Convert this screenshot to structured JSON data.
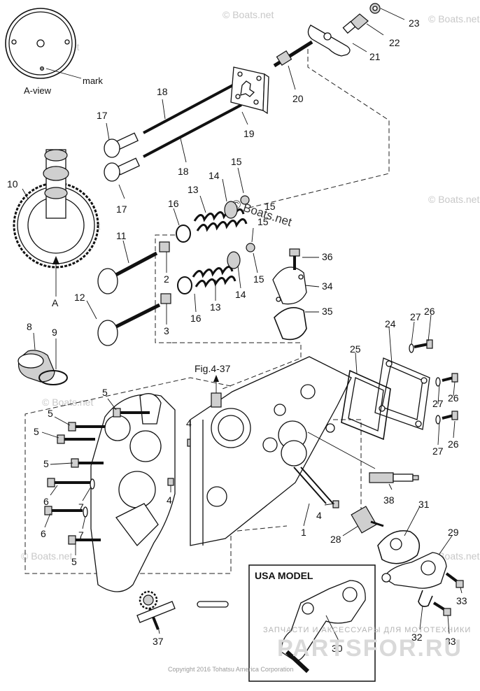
{
  "diagram": {
    "view_caption": "A-view",
    "mark_label": "mark",
    "section_arrow_label": "A",
    "figure_ref": "Fig.4-37",
    "usa_model_label": "USA MODEL",
    "watermark_site": "© Boats.net",
    "watermark_ru_top": "ЗАПЧАСТИ И АКСЕССУАРЫ ДЛЯ МОТОТЕХНИКИ",
    "watermark_ru_main": "PARTSFOR.RU",
    "copyright": "Copyright 2016 Tohatsu America Corporation",
    "callouts": {
      "n1": "1",
      "n2": "2",
      "n3": "3",
      "n4a": "4",
      "n4b": "4",
      "n4c": "4",
      "n5a": "5",
      "n5b": "5",
      "n5c": "5",
      "n5d": "5",
      "n5e": "5",
      "n6a": "6",
      "n6b": "6",
      "n7a": "7",
      "n7b": "7",
      "n8": "8",
      "n9": "9",
      "n10": "10",
      "n11": "11",
      "n12": "12",
      "n13a": "13",
      "n13b": "13",
      "n14a": "14",
      "n14b": "14",
      "n15a": "15",
      "n15b": "15",
      "n15c": "15",
      "n15d": "15",
      "n16a": "16",
      "n16b": "16",
      "n17a": "17",
      "n17b": "17",
      "n18a": "18",
      "n18b": "18",
      "n19": "19",
      "n20": "20",
      "n21": "21",
      "n22": "22",
      "n23": "23",
      "n24": "24",
      "n25": "25",
      "n26a": "26",
      "n26b": "26",
      "n26c": "26",
      "n27a": "27",
      "n27b": "27",
      "n27c": "27",
      "n28": "28",
      "n29": "29",
      "n30": "30",
      "n31": "31",
      "n32": "32",
      "n33a": "33",
      "n33b": "33",
      "n34": "34",
      "n35": "35",
      "n36": "36",
      "n37": "37",
      "n38": "38"
    }
  }
}
